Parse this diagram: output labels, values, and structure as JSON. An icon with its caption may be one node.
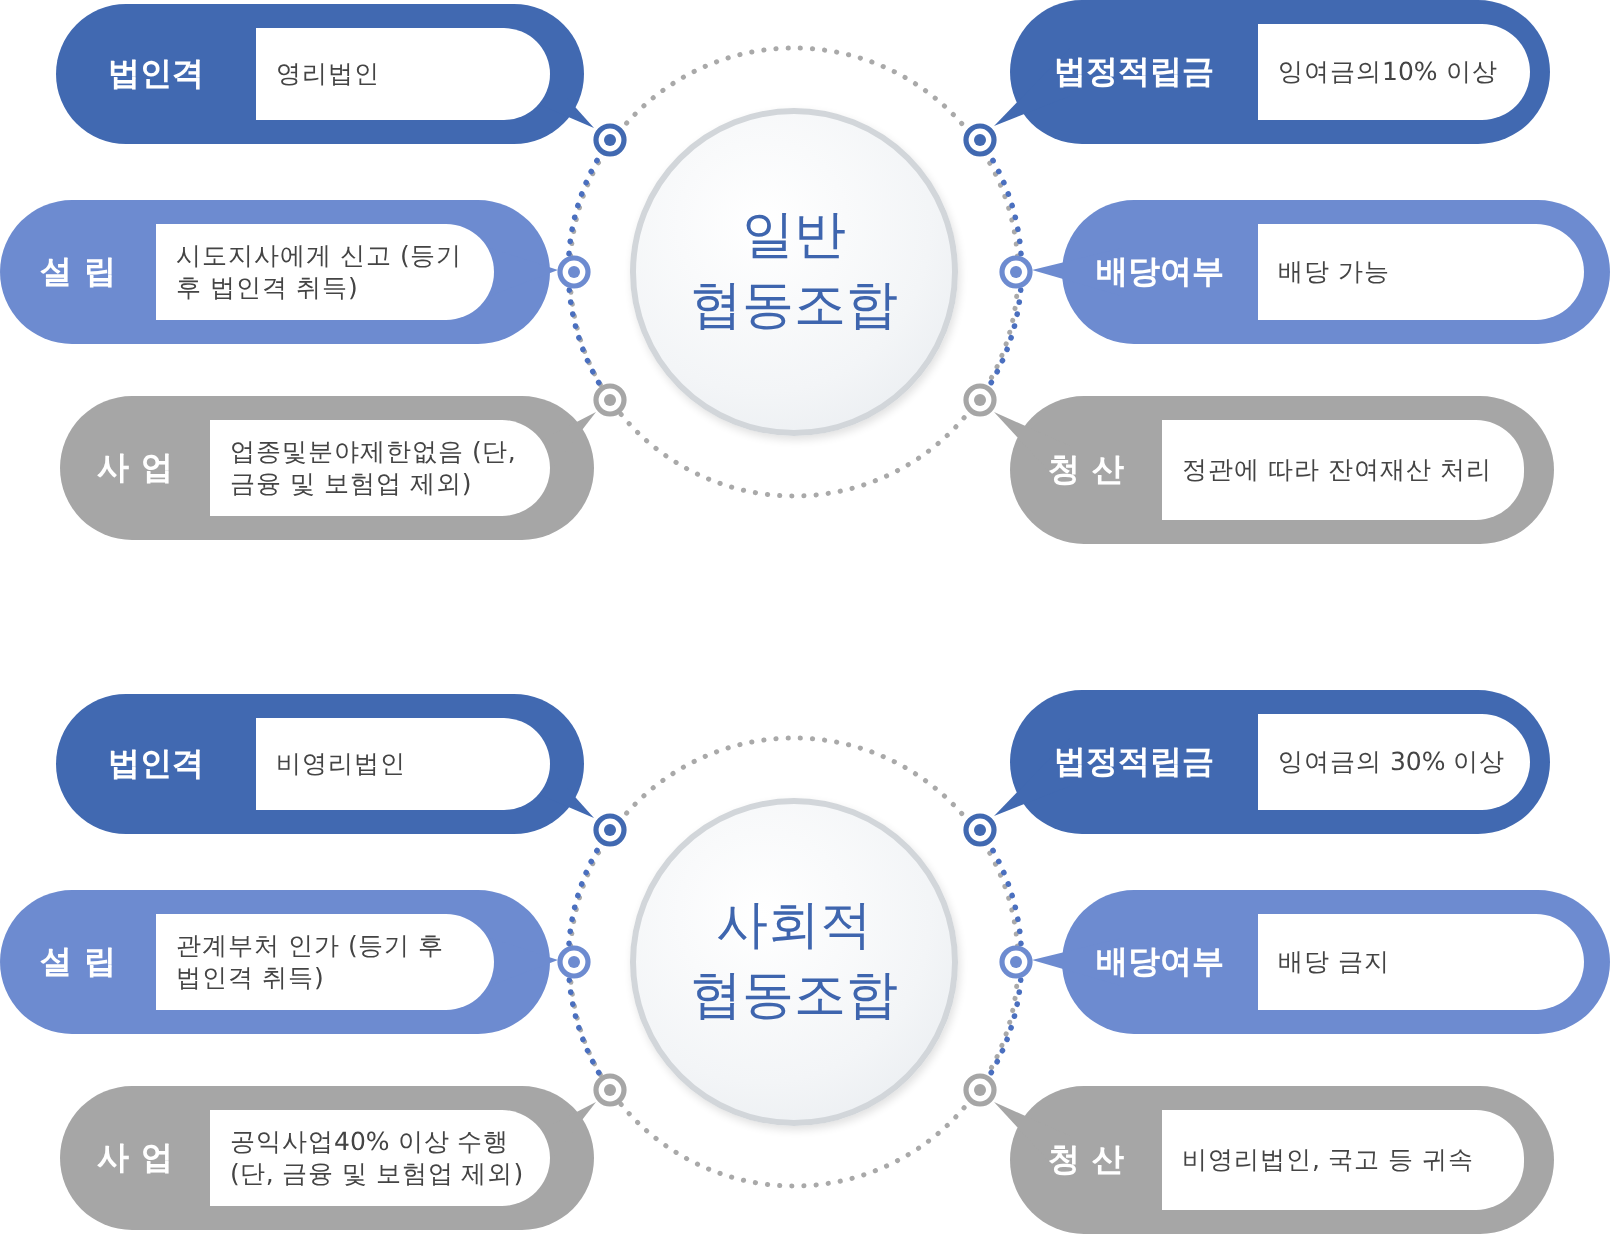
{
  "diagram": {
    "nodes": [
      {
        "text": [
          "일반 협동조합"
        ]
      },
      {
        "text": [
          "법인격",
          "영리법인"
        ]
      },
      {
        "text": [
          "법정적립금",
          "잉여금의10% 이상"
        ]
      },
      {
        "text": [
          "설 립",
          "시도지사에게 신고 (등기 후 법인격 취득)"
        ]
      },
      {
        "text": [
          "배당여부",
          "배당 가능"
        ]
      },
      {
        "text": [
          "사 업",
          "업종및분야제한없음 (단, 금융 및 보험업 제외)"
        ]
      },
      {
        "text": [
          "청 산",
          "정관에 따라 잔여재산 처리"
        ]
      },
      {
        "text": [
          "사회적 협동조합"
        ]
      },
      {
        "text": [
          "법인격",
          "비영리법인"
        ]
      },
      {
        "text": [
          "법정적립금",
          "잉여금의 30% 이상"
        ]
      },
      {
        "text": [
          "설 립",
          "관계부처 인가 (등기 후 법인격 취득)"
        ]
      },
      {
        "text": [
          "배당여부",
          "배당 금지"
        ]
      },
      {
        "text": [
          "사 업",
          "공익사업40% 이상 수행 (단, 금융 및 보험업 제외)"
        ]
      },
      {
        "text": [
          "청 산",
          "비영리법인, 국고 등 귀속"
        ]
      }
    ]
  }
}
